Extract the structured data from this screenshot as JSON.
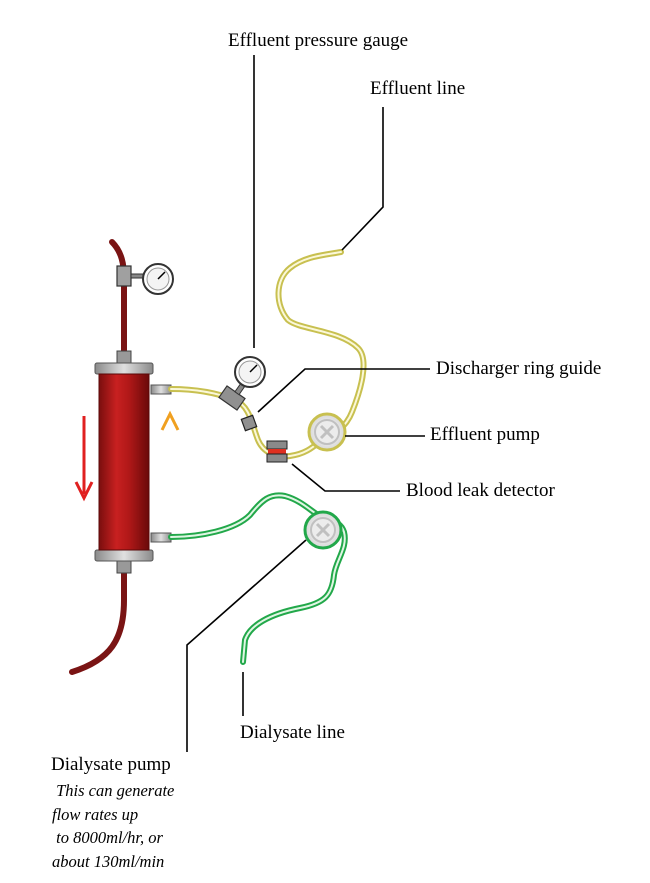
{
  "labels": {
    "effluent_pressure_gauge": "Effluent pressure gauge",
    "effluent_line": "Effluent line",
    "discharger_ring_guide": "Discharger ring guide",
    "effluent_pump": "Effluent pump",
    "blood_leak_detector": "Blood leak detector",
    "dialysate_line": "Dialysate line",
    "dialysate_pump": "Dialysate pump"
  },
  "dialysate_pump_note": " This can generate\nflow rates up\n to 8000ml/hr, or\nabout 130ml/min",
  "colors": {
    "blood_line": "#8b1a1a",
    "filter_body": "#b01818",
    "effluent_line": "#c8c050",
    "dialysate_line": "#22a84a",
    "arrow_down": "#e02020",
    "arrow_up_top": "#f0a020",
    "arrow_up_bottom": "#30a040",
    "leader_line": "#000000"
  }
}
